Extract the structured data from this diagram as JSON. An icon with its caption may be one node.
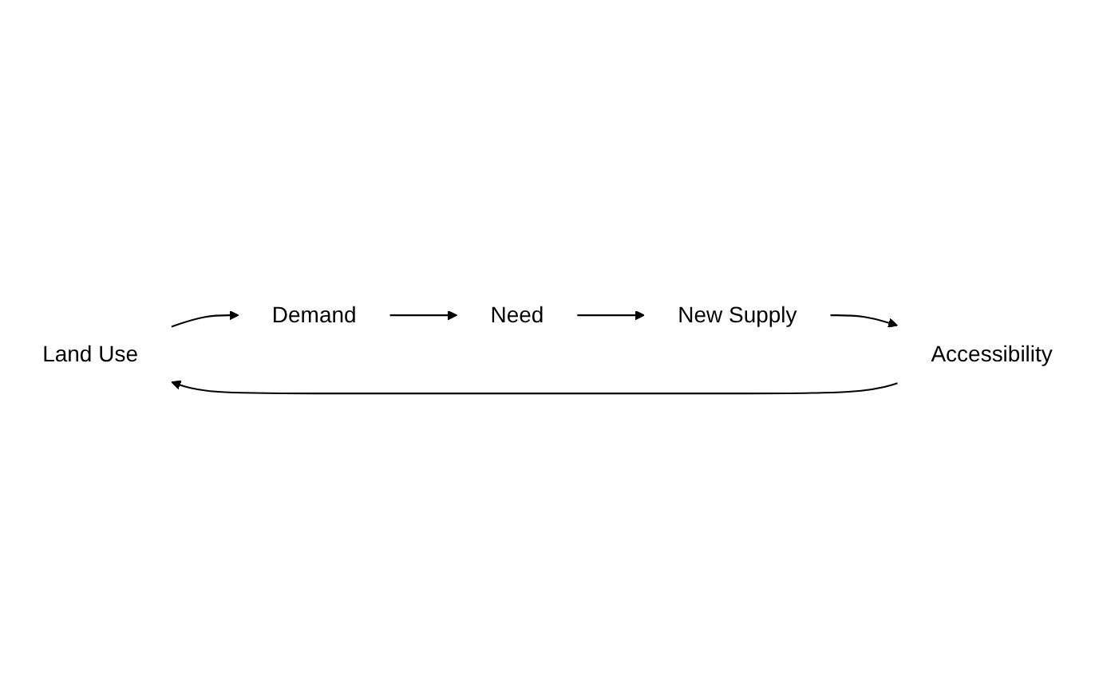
{
  "diagram": {
    "nodes": [
      {
        "text": [
          "Land Use"
        ]
      },
      {
        "text": [
          "Demand"
        ]
      },
      {
        "text": [
          "Need"
        ]
      },
      {
        "text": [
          "New Supply"
        ]
      },
      {
        "text": [
          "Accessibility"
        ]
      }
    ],
    "edges": [
      {
        "from": 0,
        "to": 1,
        "arrow": "to"
      },
      {
        "from": 1,
        "to": 2,
        "arrow": "to"
      },
      {
        "from": 2,
        "to": 3,
        "arrow": "to"
      },
      {
        "from": 3,
        "to": 4,
        "arrow": "to"
      },
      {
        "from": 4,
        "to": 0,
        "arrow": "to"
      }
    ]
  }
}
